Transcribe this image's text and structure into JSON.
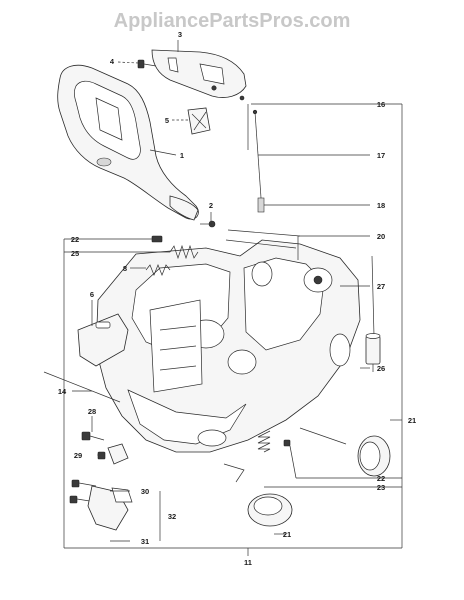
{
  "watermark": "AppliancePartsPros.com",
  "callouts": {
    "c1": "1",
    "c2": "2",
    "c3": "3",
    "c4": "4",
    "c5": "5",
    "c6": "6",
    "c8": "8",
    "c11": "11",
    "c14": "14",
    "c16": "16",
    "c17": "17",
    "c18": "18",
    "c20": "20",
    "c21a": "21",
    "c21b": "21",
    "c22a": "22",
    "c22b": "22",
    "c23": "23",
    "c25": "25",
    "c26": "26",
    "c27": "27",
    "c28": "28",
    "c29": "29",
    "c30": "30",
    "c31": "31",
    "c32": "32"
  }
}
